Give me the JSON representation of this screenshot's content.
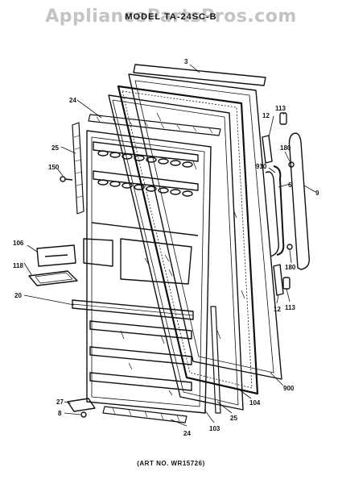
{
  "watermark": "AppliancePartsPros.com",
  "model_title": "MODEL TA-24SC-B",
  "art_number": "(ART NO. WR15726)",
  "callouts": {
    "c3": "3",
    "c24a": "24",
    "c25a": "25",
    "c150": "150",
    "c106": "106",
    "c118": "118",
    "c20": "20",
    "c27": "27",
    "c8": "8",
    "c24b": "24",
    "c103": "103",
    "c25b": "25",
    "c104": "104",
    "c900": "900",
    "c12a": "12",
    "c113a": "113",
    "c180a": "180",
    "c910": "910",
    "c6": "6",
    "c9": "9",
    "c180b": "180",
    "c12b": "12",
    "c113b": "113"
  }
}
